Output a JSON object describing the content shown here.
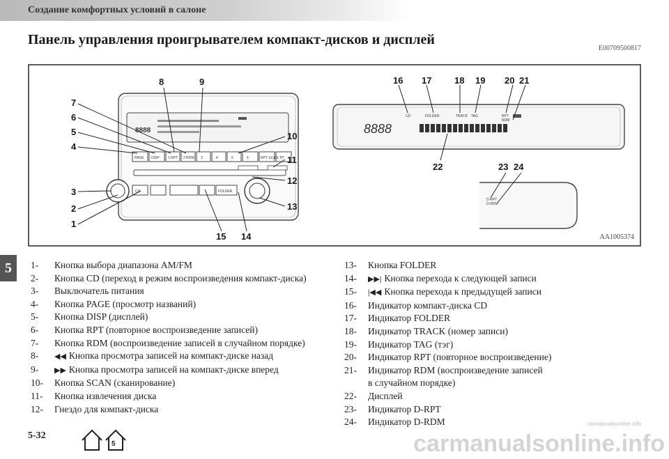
{
  "header": {
    "section_title": "Создание комфортных условий в салоне",
    "page_title": "Панель управления проигрывателем компакт-дисков и дисплей",
    "ref_code": "E00709500817"
  },
  "figure": {
    "code": "AA1005374",
    "callouts": [
      "1",
      "2",
      "3",
      "4",
      "5",
      "6",
      "7",
      "8",
      "9",
      "10",
      "11",
      "12",
      "13",
      "14",
      "15",
      "16",
      "17",
      "18",
      "19",
      "20",
      "21",
      "22",
      "23",
      "24"
    ],
    "button_labels": {
      "page": "PAGE",
      "disp": "DISP",
      "b1": "1 RPT",
      "b2": "2 RDM",
      "b3": "3",
      "b4": "4",
      "b5": "5",
      "b6": "6",
      "scan": "RPT SCAN",
      "tp": "TP",
      "cd": "CD",
      "folder_btn": "FOLDER"
    },
    "display_labels": {
      "cd": "CD",
      "folder": "FOLDER",
      "track": "TRACK",
      "tag": "TAG",
      "rpt": "RPT",
      "rdm": "RDM",
      "drpt": "D-RPT",
      "drdm": "D-RDM",
      "digits": "8888"
    }
  },
  "chapter_tab": "5",
  "legend_left": [
    {
      "num": "1-",
      "text": "Кнопка выбора диапазона AM/FM"
    },
    {
      "num": "2-",
      "text": "Кнопка CD (переход в режим воспроизведения компакт-диска)"
    },
    {
      "num": "3-",
      "text": "Выключатель питания"
    },
    {
      "num": "4-",
      "text": "Кнопка PAGE (просмотр названий)"
    },
    {
      "num": "5-",
      "text": "Кнопка DISP (дисплей)"
    },
    {
      "num": "6-",
      "text": "Кнопка RPT (повторное воспроизведение записей)"
    },
    {
      "num": "7-",
      "text": "Кнопка RDM (воспроизведение записей в случайном порядке)"
    },
    {
      "num": "8-",
      "text": "Кнопка просмотра записей на компакт-диске назад",
      "glyph": "◀◀"
    },
    {
      "num": "9-",
      "text": "Кнопка просмотра записей на компакт-диске вперед",
      "glyph": "▶▶"
    },
    {
      "num": "10-",
      "text": "Кнопка SCAN (сканирование)"
    },
    {
      "num": "11-",
      "text": "Кнопка извлечения диска"
    },
    {
      "num": "12-",
      "text": "Гнездо для компакт-диска"
    }
  ],
  "legend_right": [
    {
      "num": "13-",
      "text": "Кнопка FOLDER"
    },
    {
      "num": "14-",
      "text": "Кнопка перехода к следующей записи",
      "glyph": "▶▶|"
    },
    {
      "num": "15-",
      "text": "Кнопка перехода к предыдущей записи",
      "glyph": "|◀◀"
    },
    {
      "num": "16-",
      "text": "Индикатор компакт-диска CD"
    },
    {
      "num": "17-",
      "text": "Индикатор FOLDER"
    },
    {
      "num": "18-",
      "text": "Индикатор TRACK (номер записи)"
    },
    {
      "num": "19-",
      "text": "Индикатор TAG (тэг)"
    },
    {
      "num": "20-",
      "text": "Индикатор RPT (повторное воспроизведение)"
    },
    {
      "num": "21-",
      "text": "Индикатор RDM (воспроизведение записей"
    },
    {
      "num": "",
      "text": "в случайном порядке)"
    },
    {
      "num": "22-",
      "text": "Дисплей"
    },
    {
      "num": "23-",
      "text": "Индикатор D-RPT"
    },
    {
      "num": "24-",
      "text": "Индикатор D-RDM"
    }
  ],
  "footer": {
    "page_number": "5-32",
    "watermark": "carmanualsonline.info",
    "mini_watermark": "carmanualsonline.info"
  },
  "colors": {
    "banner": "#c4c4c4",
    "tab": "#555555",
    "border": "#5a5a5a"
  }
}
